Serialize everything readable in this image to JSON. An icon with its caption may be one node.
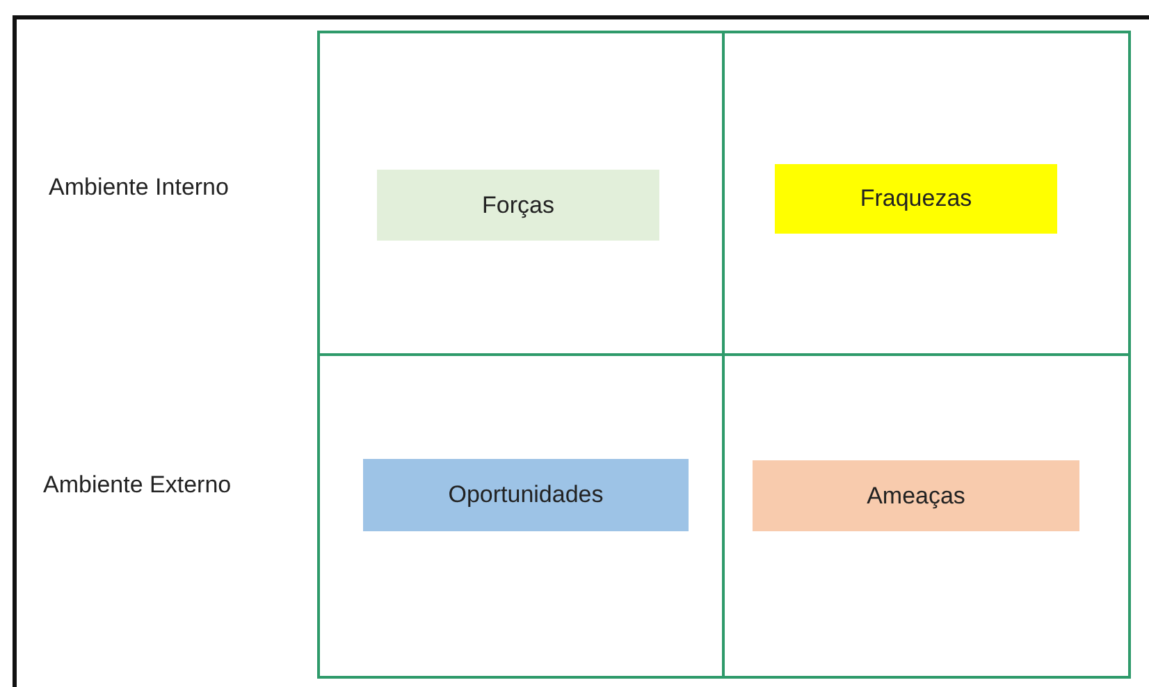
{
  "diagram": {
    "nodes": [
      {
        "text": [],
        "shape": "box"
      },
      {
        "text": [
          "Forças"
        ],
        "in": 0
      },
      {
        "text": [],
        "shape": "box"
      },
      {
        "text": [
          "Fraquezas"
        ],
        "in": 2
      },
      {
        "text": [],
        "shape": "box"
      },
      {
        "text": [
          "Oportunidades"
        ],
        "in": 4
      },
      {
        "text": [],
        "shape": "box"
      },
      {
        "text": [
          "Ameaças"
        ],
        "in": 6
      }
    ],
    "edges": [],
    "labels": [
      "Ambiente Interno",
      "Ambiente Externo"
    ]
  }
}
